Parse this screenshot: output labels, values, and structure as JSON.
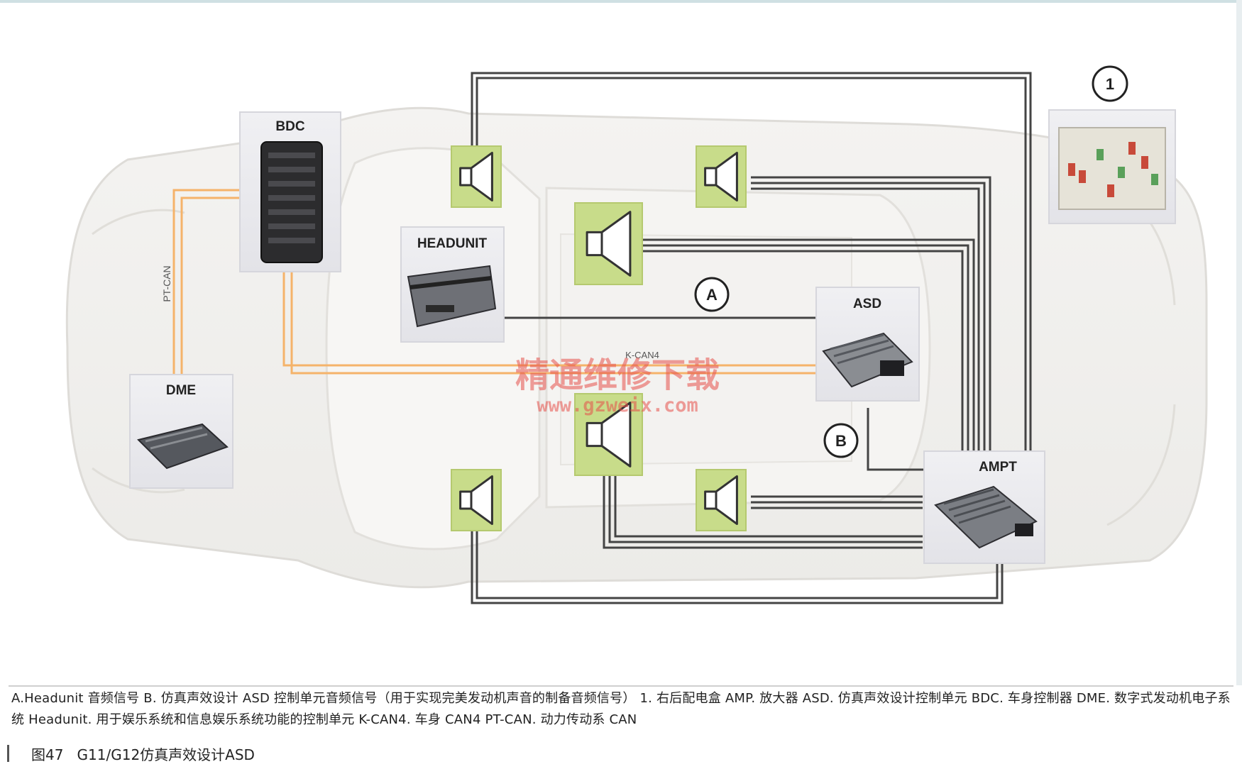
{
  "diagram": {
    "modules": {
      "bdc": "BDC",
      "headunit": "HEADUNIT",
      "dme": "DME",
      "asd": "ASD",
      "ampt": "AMPT"
    },
    "bus_labels": {
      "pt_can": "PT-CAN",
      "k_can4": "K-CAN4"
    },
    "markers": {
      "a": "A",
      "b": "B",
      "one": "1"
    },
    "watermark": {
      "line1": "精通维修下载",
      "line2": "www.gzweix.com"
    },
    "colors": {
      "pt_can_line": "#f5b36a",
      "speaker_fill": "#c8dc8a",
      "wire": "#444444",
      "watermark": "#e6504a"
    }
  },
  "caption": {
    "text": "A.Headunit 音频信号  B. 仿真声效设计 ASD 控制单元音频信号（用于实现完美发动机声音的制备音频信号） 1. 右后配电盒  AMP. 放大器  ASD. 仿真声效设计控制单元  BDC. 车身控制器 DME. 数字式发动机电子系统 Headunit. 用于娱乐系统和信息娱乐系统功能的控制单元 K-CAN4. 车身 CAN4 PT-CAN. 动力传动系 CAN"
  },
  "figure": {
    "number": "图47",
    "title": "G11/G12仿真声效设计ASD"
  }
}
